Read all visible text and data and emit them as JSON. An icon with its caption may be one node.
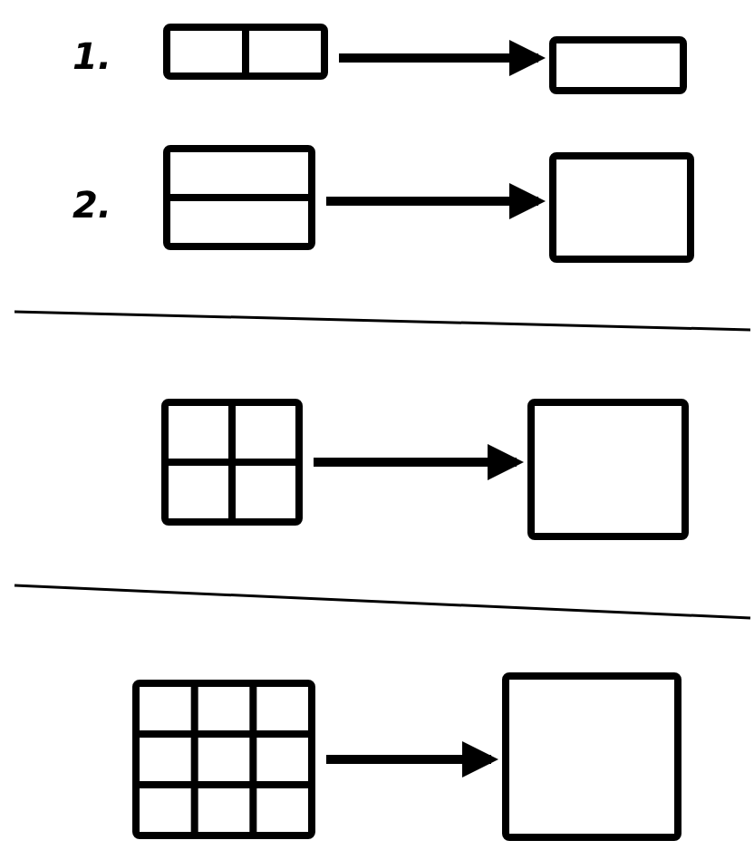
{
  "diagram": {
    "nodes": [
      {
        "text": [],
        "shape": "grid"
      },
      {
        "text": [],
        "shape": "box"
      },
      {
        "text": [],
        "shape": "grid"
      },
      {
        "text": [],
        "shape": "box"
      },
      {
        "text": [],
        "shape": "grid"
      },
      {
        "text": [],
        "shape": "box"
      },
      {
        "text": [],
        "shape": "grid"
      },
      {
        "text": [],
        "shape": "box"
      }
    ],
    "edges": [
      {
        "from": 0,
        "to": 1,
        "arrow": "to"
      },
      {
        "from": 2,
        "to": 3,
        "arrow": "to"
      },
      {
        "from": 4,
        "to": 5,
        "arrow": "to"
      },
      {
        "from": 6,
        "to": 7,
        "arrow": "to"
      }
    ],
    "labels": [
      "1.",
      "2."
    ]
  }
}
